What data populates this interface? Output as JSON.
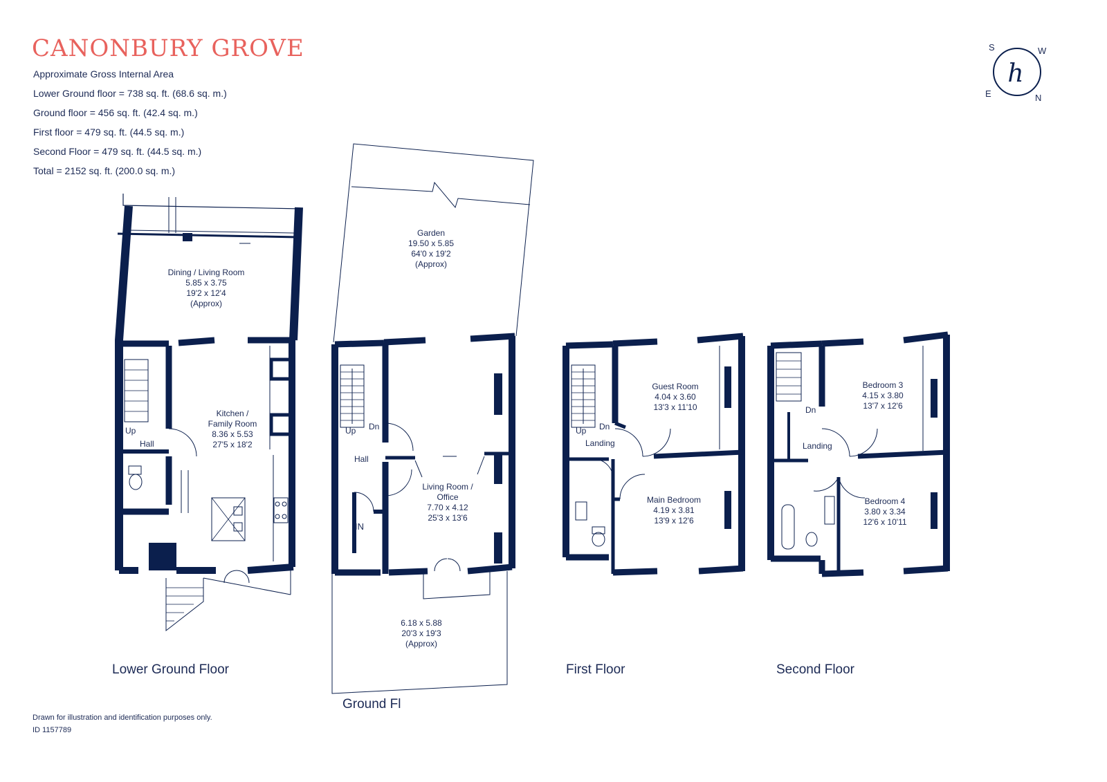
{
  "title": "CANONBURY GROVE",
  "areas": [
    "Approximate Gross Internal Area",
    "Lower Ground floor = 738 sq. ft. (68.6 sq. m.)",
    "Ground floor = 456 sq. ft. (42.4 sq. m.)",
    "First floor = 479 sq. ft. (44.5 sq. m.)",
    "Second Floor = 479 sq. ft. (44.5 sq. m.)",
    "Total = 2152 sq. ft. (200.0 sq. m.)"
  ],
  "compass": {
    "s": "S",
    "w": "W",
    "e": "E",
    "n": "N",
    "logo": "h"
  },
  "lower_ground": {
    "floor_label": "Lower Ground Floor",
    "dining": [
      "Dining / Living Room",
      "5.85 x 3.75",
      "19'2 x 12'4",
      "(Approx)"
    ],
    "kitchen": [
      "Kitchen /",
      "Family Room",
      "8.36 x 5.53",
      "27'5 x 18'2"
    ],
    "up": "Up",
    "hall": "Hall"
  },
  "ground": {
    "floor_label": "Ground Fl",
    "garden": [
      "Garden",
      "19.50 x 5.85",
      "64'0 x 19'2",
      "(Approx)"
    ],
    "living": [
      "Living Room /",
      "Office",
      "7.70 x 4.12",
      "25'3 x 13'6"
    ],
    "front": [
      "6.18 x 5.88",
      "20'3 x 19'3",
      "(Approx)"
    ],
    "up": "Up",
    "dn": "Dn",
    "hall": "Hall",
    "in": "IN"
  },
  "first": {
    "floor_label": "First Floor",
    "guest": [
      "Guest Room",
      "4.04 x 3.60",
      "13'3 x 11'10"
    ],
    "main": [
      "Main Bedroom",
      "4.19 x 3.81",
      "13'9 x 12'6"
    ],
    "up": "Up",
    "dn": "Dn",
    "landing": "Landing"
  },
  "second": {
    "floor_label": "Second Floor",
    "bed3": [
      "Bedroom 3",
      "4.15 x 3.80",
      "13'7 x 12'6"
    ],
    "bed4": [
      "Bedroom 4",
      "3.80 x 3.34",
      "12'6 x 10'11"
    ],
    "dn": "Dn",
    "landing": "Landing"
  },
  "footer": {
    "note": "Drawn for illustration and identification purposes only.",
    "id": "ID 1157789"
  },
  "colors": {
    "accent": "#e8625d",
    "wall": "#0b1f4d"
  }
}
